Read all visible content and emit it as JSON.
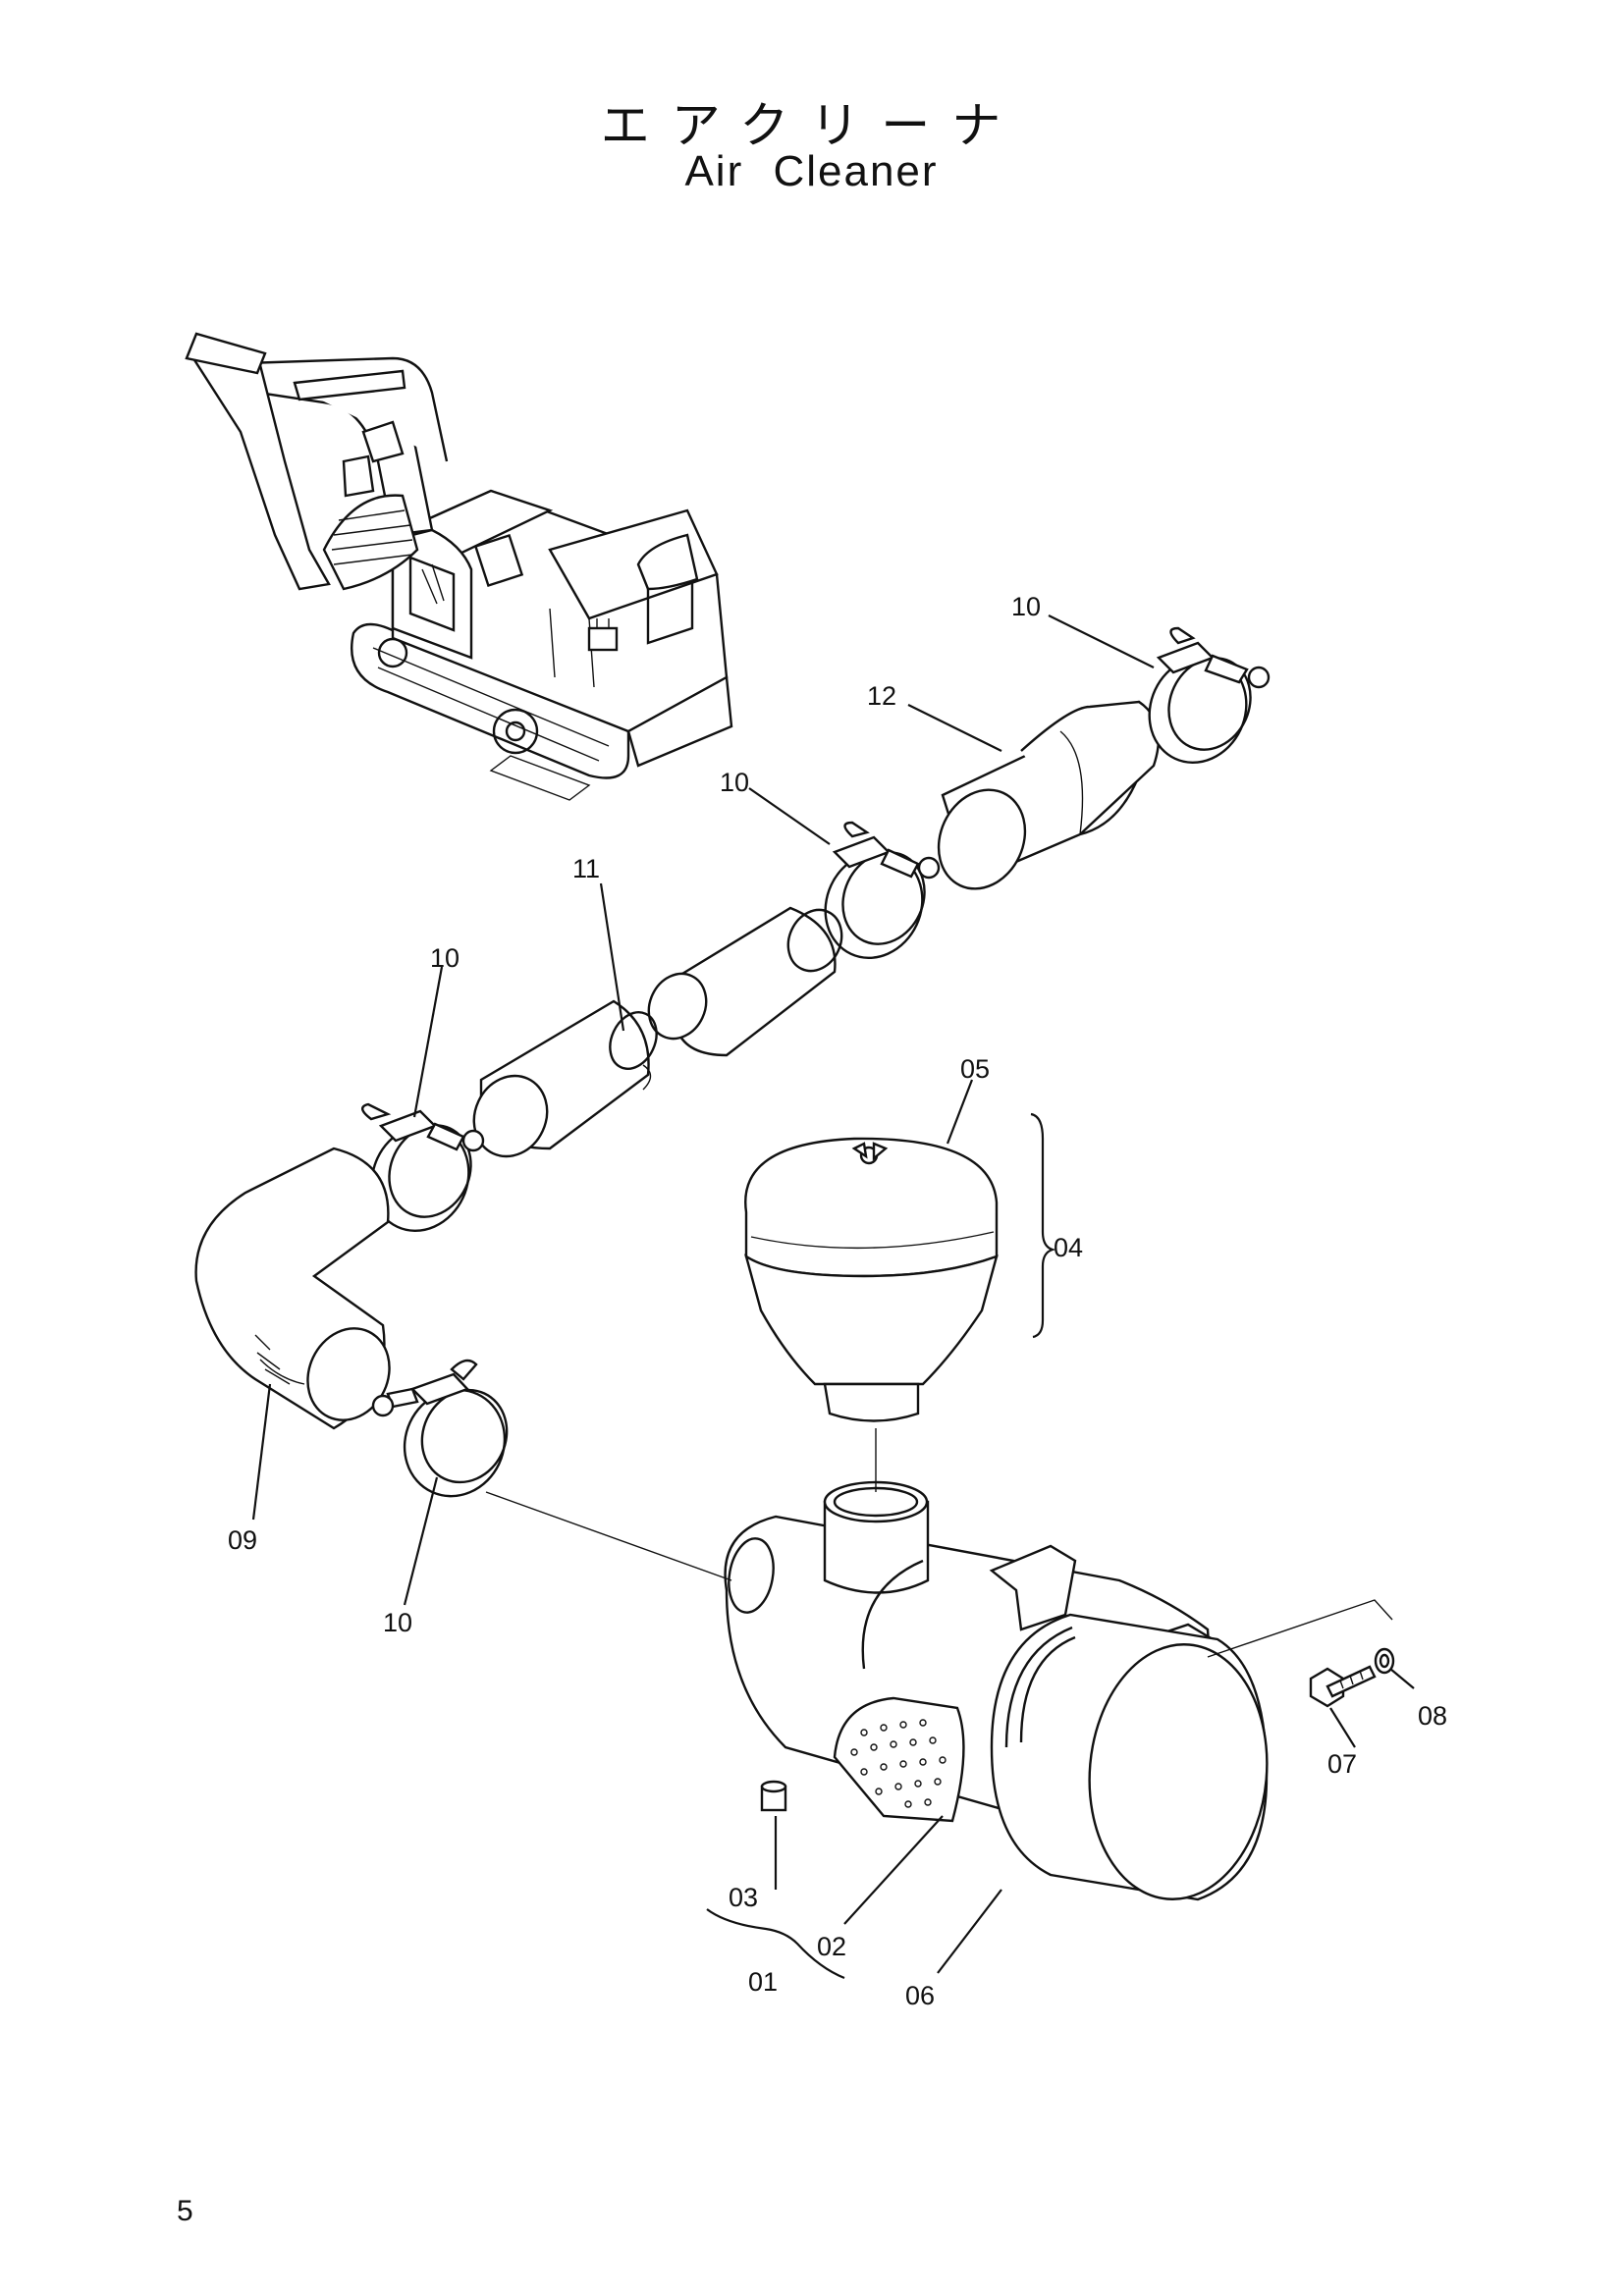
{
  "title": {
    "japanese": "エアクリーナ",
    "english": "Air Cleaner"
  },
  "page_number": "5",
  "callouts": {
    "c01": "01",
    "c02": "02",
    "c03": "03",
    "c04": "04",
    "c05": "05",
    "c06": "06",
    "c07": "07",
    "c08": "08",
    "c09": "09",
    "c10a": "10",
    "c10b": "10",
    "c10c": "10",
    "c10d": "10",
    "c11": "11",
    "c12": "12"
  }
}
